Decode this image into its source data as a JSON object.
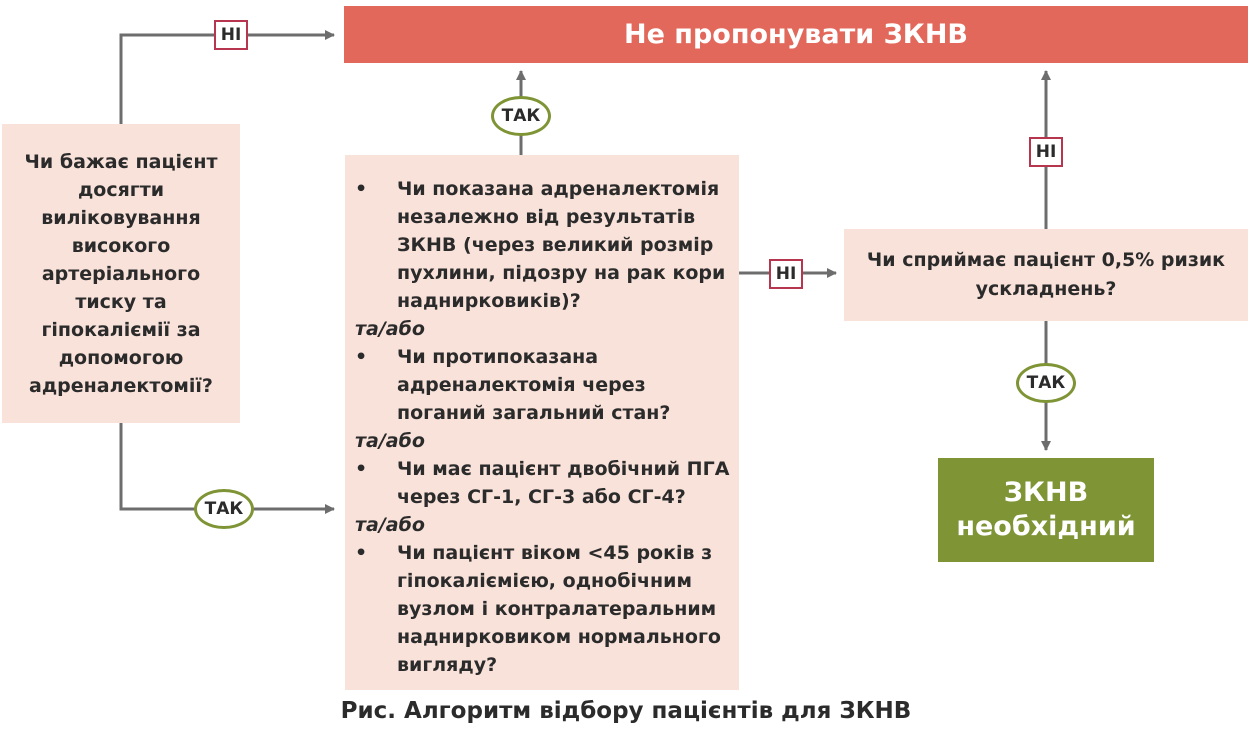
{
  "boxes": {
    "reject": "Не пропонувати ЗКНВ",
    "question1": "Чи бажає пацієнт досягти виліковування високого артеріального тиску та гіпокаліємії за допомогою адреналектомії?",
    "question2": {
      "items": [
        "Чи показана адреналектомія незалежно від результатів ЗКНВ (через великий розмір пухлини, підозру на рак кори наднирковиків)?",
        "Чи протипоказана адреналектомія через поганий загальний стан?",
        "Чи має пацієнт двобічний ПГА через СГ-1, СГ-3 або СГ-4?",
        "Чи пацієнт віком <45 років з гіпокаліємією, однобічним вузлом і контралатеральним наднирковиком нормального вигляду?"
      ],
      "connector": "та/або"
    },
    "question3": "Чи сприймає пацієнт 0,5% ризик ускладнень?",
    "required": "ЗКНВ необхідний"
  },
  "labels": {
    "no": "НІ",
    "yes": "ТАК"
  },
  "caption": "Рис. Алгоритм відбору пацієнтів для ЗКНВ",
  "colors": {
    "reject_box": "#e2685b",
    "question_box": "#f9e2da",
    "required_box": "#7e9435",
    "no_border": "#b8354f",
    "yes_border": "#7e9435",
    "arrow": "#6d6d6d"
  }
}
